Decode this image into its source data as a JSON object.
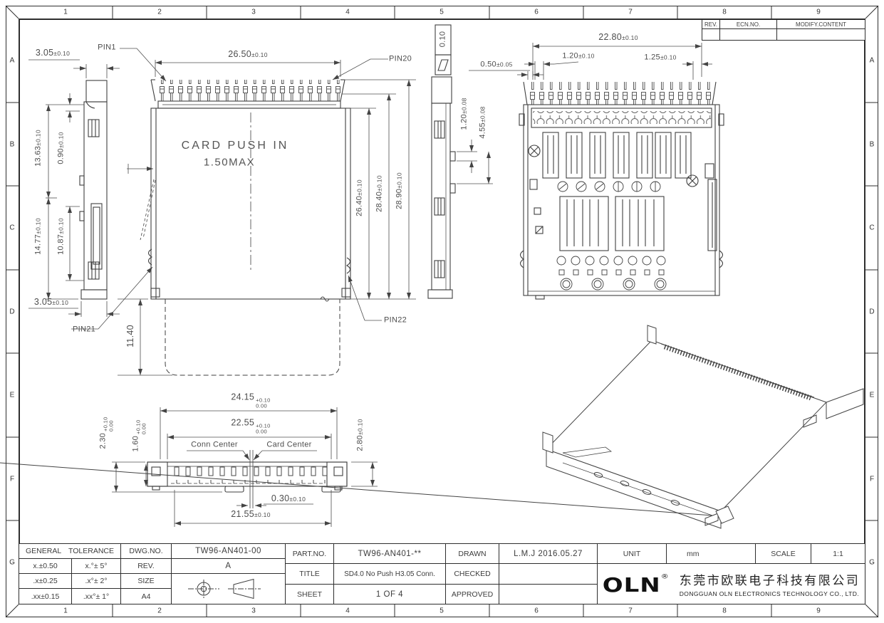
{
  "frame": {
    "zone_cols": [
      "1",
      "2",
      "3",
      "4",
      "5",
      "6",
      "7",
      "8",
      "9"
    ],
    "zone_rows": [
      "A",
      "B",
      "C",
      "D",
      "E",
      "F",
      "G"
    ]
  },
  "rev_table": {
    "rev": "REV.",
    "ecn": "ECN.NO.",
    "modify": "MODIFY.CONTENT"
  },
  "views": {
    "side_left": {
      "dim_top": {
        "v": "3.05",
        "tol": "±0.10"
      },
      "dim_height_outer": {
        "v": "13.63",
        "tol": "±0.10"
      },
      "dim_step": {
        "v": "0.90",
        "tol": "±0.10"
      },
      "dim_height_lower": {
        "v": "14.77",
        "tol": "±0.10"
      },
      "dim_slot": {
        "v": "10.87",
        "tol": "±0.10"
      },
      "dim_bottom": {
        "v": "3.05",
        "tol": "±0.10"
      }
    },
    "front": {
      "pin1": "PIN1",
      "pin20": "PIN20",
      "pin21": "PIN21",
      "pin22": "PIN22",
      "dim_width": {
        "v": "26.50",
        "tol": "±0.10"
      },
      "note1": "CARD PUSH IN",
      "note2": "1.50MAX",
      "dim_body": {
        "v": "26.40",
        "tol": "±0.10"
      },
      "dim_mid": {
        "v": "28.40",
        "tol": "±0.10"
      },
      "dim_overall": {
        "v": "28.90",
        "tol": "±0.10"
      },
      "dim_card": "11.40"
    },
    "side_right": {
      "flatness": "0.10",
      "dim_pin": {
        "v": "1.20",
        "tol": "±0.08"
      },
      "dim_post": {
        "v": "4.55",
        "tol": "±0.08"
      }
    },
    "top": {
      "dim_span": {
        "v": "22.80",
        "tol": "±0.10"
      },
      "dim_pitch": {
        "v": "1.20",
        "tol": "±0.10"
      },
      "dim_end": {
        "v": "1.25",
        "tol": "±0.10"
      },
      "dim_edge": {
        "v": "0.50",
        "tol": "±0.05"
      }
    },
    "bottom": {
      "dim_24_15": {
        "v": "24.15",
        "up": "+0.10",
        "dn": "0.00"
      },
      "dim_22_55": {
        "v": "22.55",
        "up": "+0.10",
        "dn": "0.00"
      },
      "dim_2_30": {
        "v": "2.30",
        "up": "+0.10",
        "dn": "0.00"
      },
      "dim_1_60": {
        "v": "1.60",
        "up": "+0.10",
        "dn": "0.00"
      },
      "dim_2_80": {
        "v": "2.80",
        "tol": "±0.10"
      },
      "conn_center": "Conn Center",
      "card_center": "Card Center",
      "dim_0_30": {
        "v": "0.30",
        "tol": "±0.10"
      },
      "dim_21_55": {
        "v": "21.55",
        "tol": "±0.10"
      }
    }
  },
  "title_block": {
    "general_tolerance": {
      "header_left": "GENERAL",
      "header_right": "TOLERANCE",
      "rows": [
        [
          "x.±0.50",
          "x.°± 5°"
        ],
        [
          ".x±0.25",
          ".x°± 2°"
        ],
        [
          ".xx±0.15",
          ".xx°± 1°"
        ]
      ]
    },
    "dwg_no_label": "DWG.NO.",
    "dwg_no": "TW96-AN401-00",
    "rev_label": "REV.",
    "rev": "A",
    "size_label": "SIZE",
    "size": "A4",
    "part_no_label": "PART.NO.",
    "part_no": "TW96-AN401-**",
    "title_label": "TITLE",
    "title": "SD4.0 No Push H3.05 Conn.",
    "sheet_label": "SHEET",
    "sheet": "1 OF 4",
    "drawn_label": "DRAWN",
    "drawn": "L.M.J 2016.05.27",
    "checked_label": "CHECKED",
    "checked": "",
    "approved_label": "APPROVED",
    "approved": "",
    "unit_label": "UNIT",
    "unit": "mm",
    "scale_label": "SCALE",
    "scale": "1:1",
    "company": {
      "logo": "OLN",
      "reg": "®",
      "name_zh": "东莞市欧联电子科技有限公司",
      "name_en": "DONGGUAN OLN ELECTRONICS TECHNOLOGY CO., LTD."
    }
  }
}
